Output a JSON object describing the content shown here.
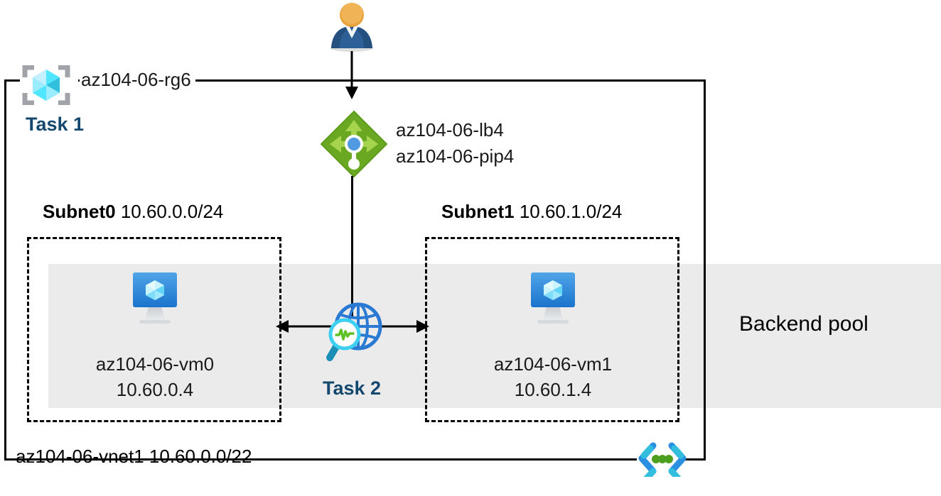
{
  "diagram": {
    "title": "Azure load balancer lab topology",
    "colors": {
      "task_label": "#15486f",
      "backend_band": "#ebebeb",
      "load_balancer_green": "#7cb82f",
      "vnet_blue": "#0078d4",
      "vnet_cyan": "#32bedd",
      "vnet_green": "#4c9e1f",
      "vm_blue": "#0078d4",
      "globe_blue": "#1f6fd0",
      "magnifier_cyan": "#32bedd",
      "waveform_green": "#5cc125",
      "user_orange": "#e8a33d",
      "user_navy": "#2b5a8e",
      "rg_bracket_gray": "#a0a4a8",
      "rg_cube_cyan": "#50e6ff"
    }
  },
  "resource_group": {
    "name": "az104-06-rg6",
    "icon": "resource-group-icon",
    "task": "Task 1"
  },
  "client": {
    "icon": "user-icon"
  },
  "load_balancer": {
    "icon": "load-balancer-icon",
    "labels": [
      "az104-06-lb4",
      "az104-06-pip4"
    ]
  },
  "subnets": [
    {
      "name": "Subnet0",
      "cidr": "10.60.0.0/24",
      "vm": {
        "icon": "virtual-machine-icon",
        "name": "az104-06-vm0",
        "ip": "10.60.0.4"
      }
    },
    {
      "name": "Subnet1",
      "cidr": "10.60.1.0/24",
      "vm": {
        "icon": "virtual-machine-icon",
        "name": "az104-06-vm1",
        "ip": "10.60.1.4"
      }
    }
  ],
  "network_watcher": {
    "icon": "network-watcher-icon",
    "task": "Task 2",
    "connection": "bidirectional-arrow"
  },
  "backend_pool": {
    "label": "Backend pool"
  },
  "vnet": {
    "icon": "virtual-network-icon",
    "label": "az104-06-vnet1 10.60.0.0/22",
    "name": "az104-06-vnet1",
    "cidr": "10.60.0.0/22"
  }
}
